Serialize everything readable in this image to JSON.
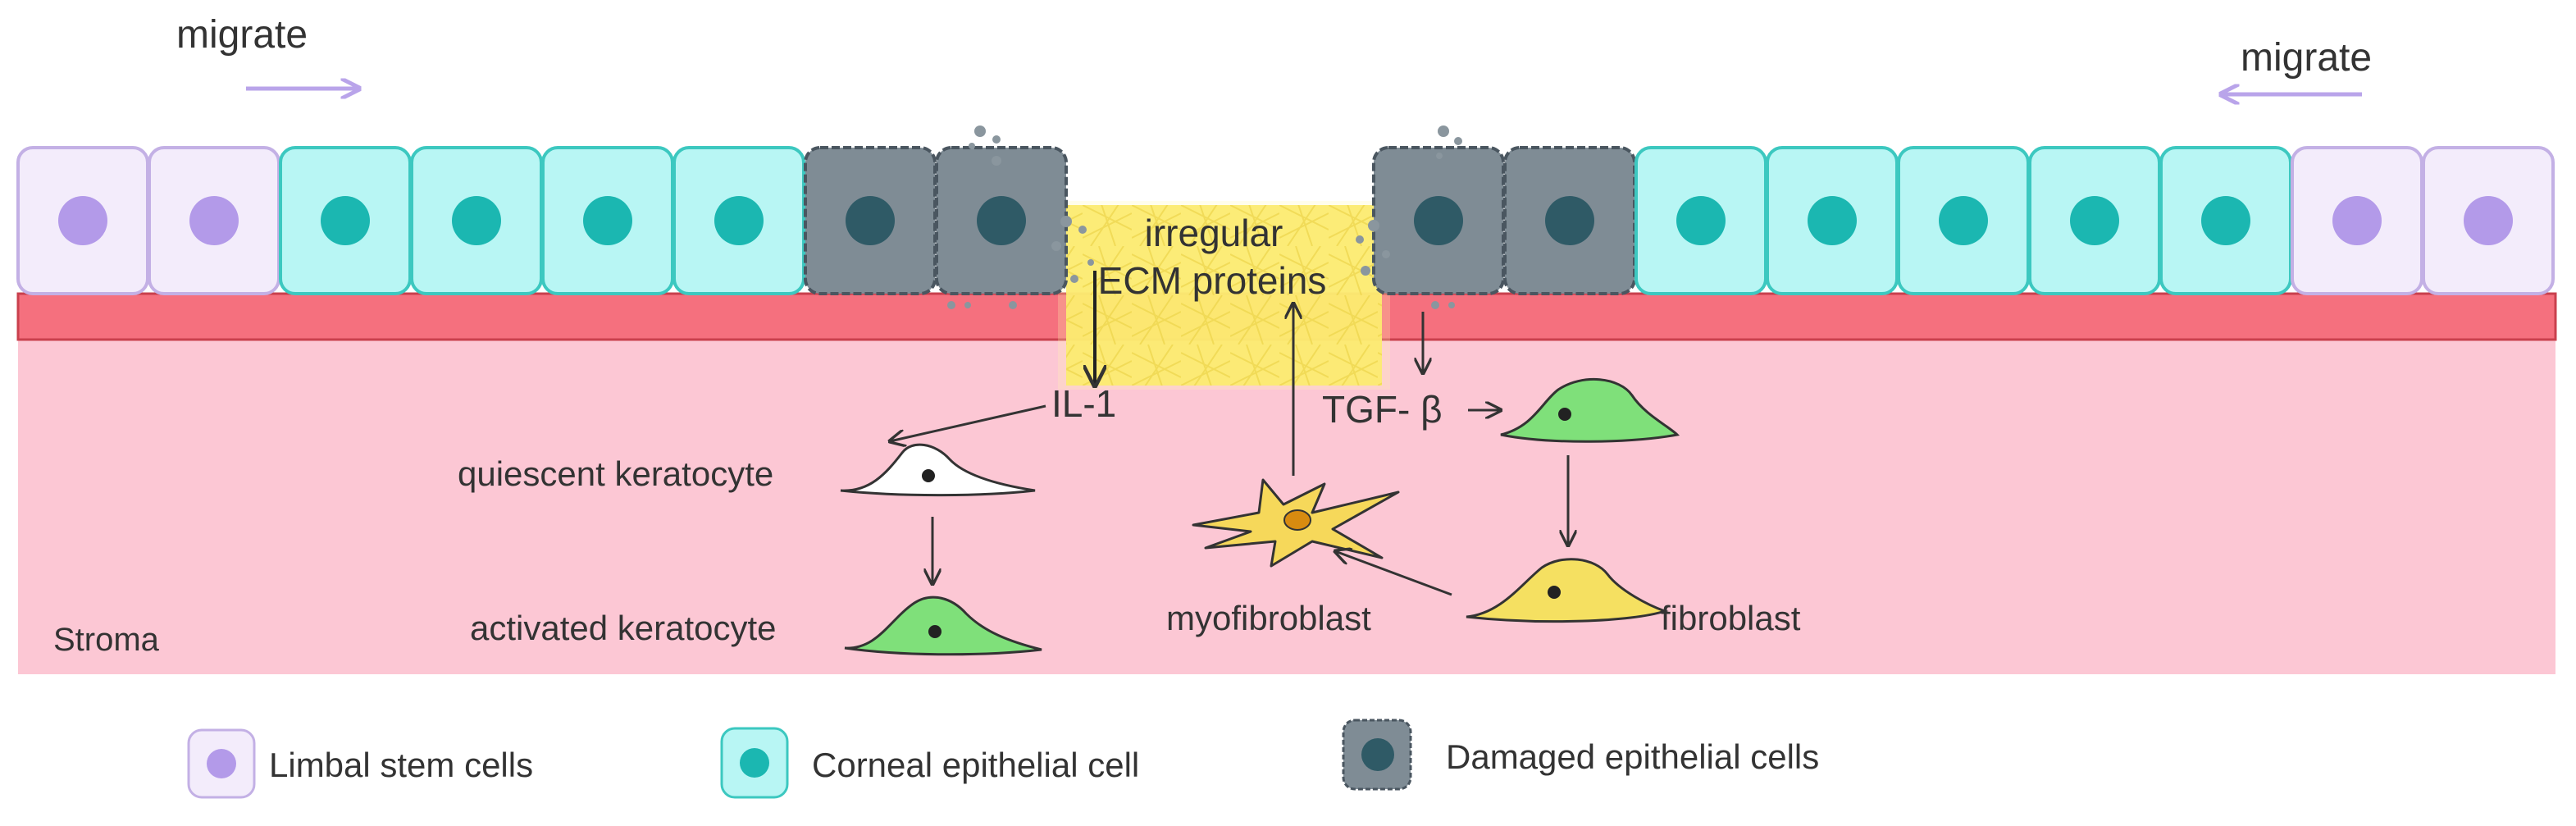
{
  "labels": {
    "migrate_left": "migrate",
    "migrate_right": "migrate",
    "irregular": "irregular",
    "ecm_proteins": "ECM proteins",
    "il1": "IL-1",
    "tgf_beta": "TGF- β",
    "quiescent_keratocyte": "quiescent keratocyte",
    "activated_keratocyte": "activated keratocyte",
    "myofibroblast": "myofibroblast",
    "fibroblast": "fibroblast",
    "stroma": "Stroma"
  },
  "legend": {
    "limbal": "Limbal stem cells",
    "corneal": "Corneal epithelial cell",
    "damaged": "Damaged epithelial cells"
  },
  "colors": {
    "limbal_fill": "#f3ecfb",
    "limbal_nucleus": "#b39ae9",
    "corneal_fill": "#b8f6f4",
    "corneal_nucleus": "#1bb7b1",
    "damaged_fill": "#7f8c95",
    "damaged_nucleus": "#2f5a66",
    "membrane": "#f5707e",
    "stroma": "#fcc7d4",
    "ecm": "#fbe85c",
    "arrow_purple": "#b9a4ea",
    "activated_cell": "#7fe07a",
    "fibroblast_cell": "#f5e061"
  },
  "epithelium": {
    "left_cells": [
      "limbal",
      "limbal",
      "corneal",
      "corneal",
      "corneal",
      "corneal",
      "damaged",
      "damaged"
    ],
    "right_cells": [
      "damaged",
      "damaged",
      "corneal",
      "corneal",
      "corneal",
      "corneal",
      "corneal",
      "limbal",
      "limbal"
    ]
  }
}
